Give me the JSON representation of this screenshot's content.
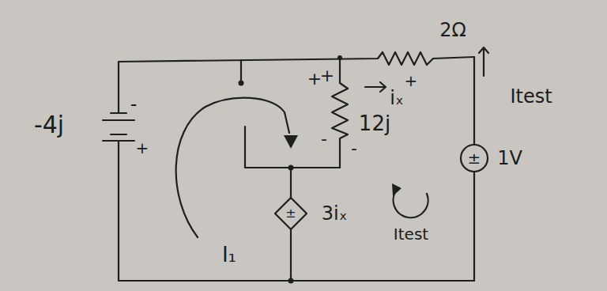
{
  "diagram": {
    "labels": [
      "-4j",
      "-",
      "+",
      "2Ω",
      "+",
      "+",
      "iₓ",
      "+",
      "-",
      "-",
      "12j",
      "Itest",
      "1V",
      "±",
      "±",
      "3iₓ",
      "I₁",
      "Itest"
    ]
  }
}
